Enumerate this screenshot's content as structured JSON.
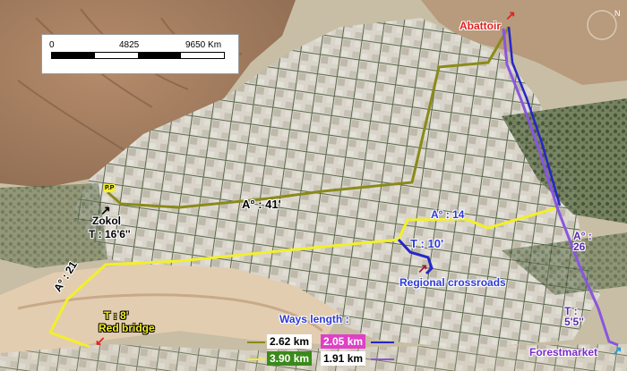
{
  "map": {
    "colors": {
      "route_olive": "#8a8a1a",
      "route_yellow": "#f3ef2c",
      "route_blue": "#2626c8",
      "route_violet": "#8a55e0",
      "mountain": "#a98566",
      "plain": "#c9bfa6",
      "urban": "#d6d2c8",
      "vegetation": "#2d4a2a"
    },
    "scale_bar": {
      "tick_0": "0",
      "tick_mid": "4825",
      "tick_end": "9650 Km"
    },
    "places": {
      "abattoir": "Abattoir",
      "zokol": "Zokol",
      "regional_crossroads": "Regional crossroads",
      "red_bridge": "Red bridge",
      "forestmarket": "Forestmarket"
    },
    "route_labels": {
      "olive_distance": "A° : 41'",
      "zokol_time": "T : 16'6''",
      "yellow_distance": "A° : 14",
      "crossroads_time": "T : 10'",
      "left_distance": "A° : 21",
      "bridge_time": "T : 8'",
      "violet_distance": "A° :\n26",
      "violet_time": "T :\n5'5''"
    },
    "legend": {
      "title": "Ways length :",
      "olive": "2.62 km",
      "blue": "2.05 km",
      "yellow": "3.90 km",
      "violet": "1.91 km"
    },
    "north_label": "N",
    "marker_pp": "P.P"
  }
}
